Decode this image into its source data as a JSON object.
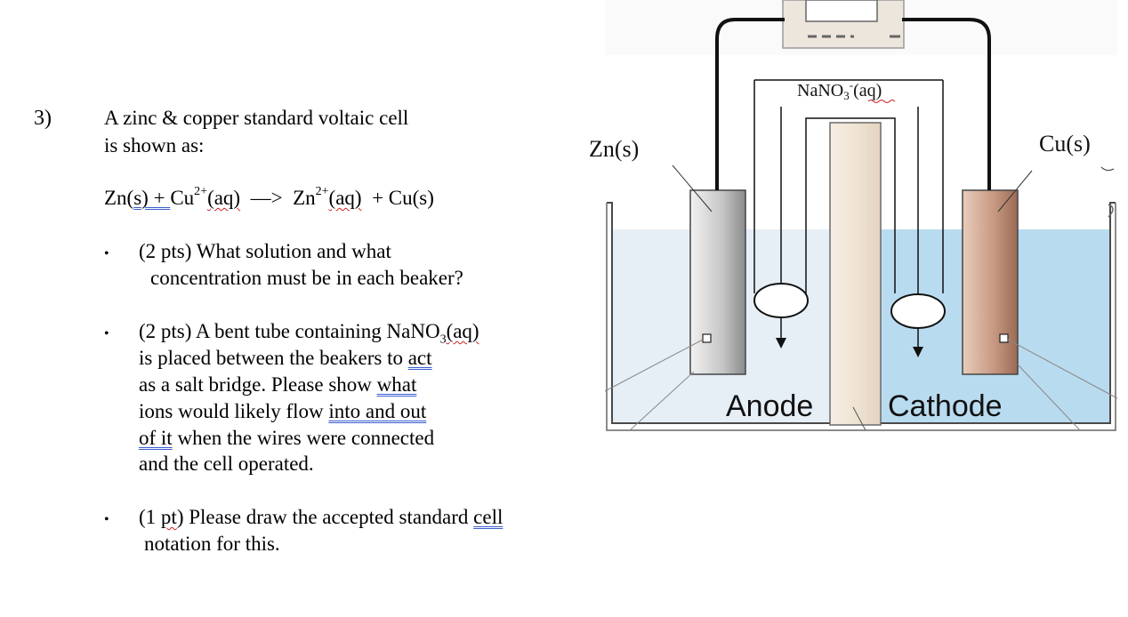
{
  "question": {
    "number": "3)",
    "intro_line1": "A zinc & copper standard voltaic cell",
    "intro_line2": "is shown as:",
    "reaction": {
      "zn": "Zn(",
      "zn_state": "s) + ",
      "cu_ion": "Cu",
      "cu_charge": "2+",
      "cu_state": "(aq)",
      "arrow": "—>",
      "zn_ion": "Zn",
      "zn_charge": "2+",
      "zn_ion_state": "(aq)",
      "product": "+  Cu(s)"
    },
    "bullet_symbol": "•",
    "bullet1": {
      "line1": "(2 pts) What solution and what",
      "line2": "concentration must be in each beaker?"
    },
    "bullet2": {
      "line1_a": "(2 pts) A bent tube containing NaNO",
      "line1_sub": "3",
      "line1_b": "(aq)",
      "line2_a": "is placed between the beakers to ",
      "line2_u": "act",
      "line3_a": "as a salt bridge.  Please show ",
      "line3_u": "what",
      "line4_a": "ions would likely flow ",
      "line4_u": "into and out",
      "line5_u": "of it",
      "line5_b": " when the wires were connected",
      "line6": "and the cell operated."
    },
    "bullet3": {
      "line1_a": "(1 ",
      "line1_pt": "pt",
      "line1_b": ") Please draw the accepted standard ",
      "line1_u": "cell",
      "line2": "notation for this."
    }
  },
  "diagram": {
    "left_electrode_label": "Zn(s)",
    "right_electrode_label": "Cu(s)",
    "salt_bridge_label": "NaNO3-(aq)",
    "salt_bridge_formula": "NaNO",
    "salt_bridge_sub": "3",
    "salt_bridge_sup": "-",
    "salt_bridge_state": "(aq)",
    "anode_label": "Anode",
    "cathode_label": "Cathode",
    "colors": {
      "solution_left": "#e6eef6",
      "solution_right": "#b9dbef",
      "zinc": "#c8c8c8",
      "copper": "#c89a84",
      "bridge": "#f2e8dc"
    }
  }
}
